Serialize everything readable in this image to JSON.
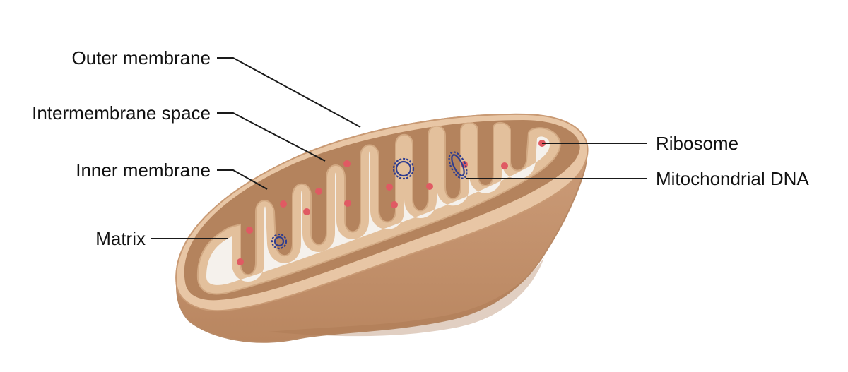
{
  "labels": {
    "outer_membrane": "Outer membrane",
    "intermembrane_space": "Intermembrane space",
    "inner_membrane": "Inner membrane",
    "matrix": "Matrix",
    "ribosome": "Ribosome",
    "mitochondrial_dna": "Mitochondrial DNA"
  },
  "colors": {
    "outer_shell": "#c99874",
    "outer_rim": "#e9c7a6",
    "inner_cavity": "#b4835d",
    "cristae_membrane": "#e3c09c",
    "matrix": "#f5f1ec",
    "ribosome": "#e05a63",
    "dna": "#2f3d8f",
    "leader_line": "#1a1a1a"
  }
}
